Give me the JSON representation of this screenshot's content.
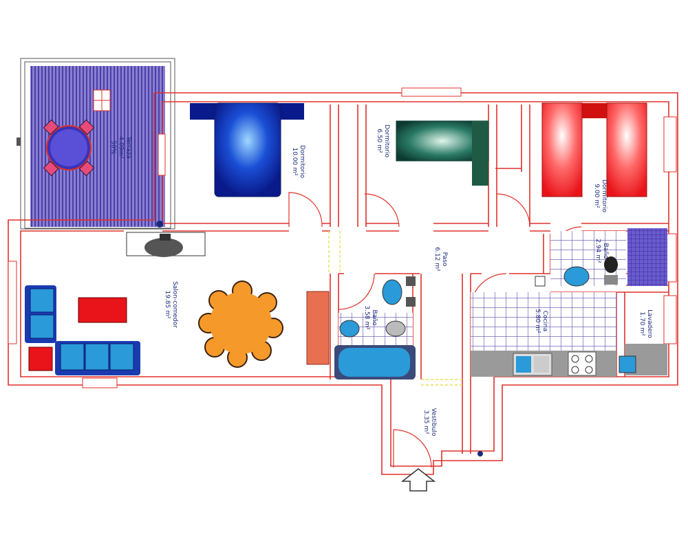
{
  "rooms": {
    "terrace": {
      "name": "Terraza",
      "area": "4.09m²",
      "note": "50%"
    },
    "bedroom1": {
      "name": "Dormitorio",
      "area": "10.00 m²"
    },
    "bedroom2": {
      "name": "Dormitorio",
      "area": "6.50 m²"
    },
    "bedroom3": {
      "name": "Dormitorio",
      "area": "9.00 m²"
    },
    "living": {
      "name": "Salon-comedor",
      "area": "19.85 m²"
    },
    "hall": {
      "name": "Paso",
      "area": "6.12 m²"
    },
    "bath1": {
      "name": "Baño",
      "area": "3.58 m²"
    },
    "bath2": {
      "name": "Baño",
      "area": "2.94 m²"
    },
    "kitchen": {
      "name": "Cocina",
      "area": "5.80 m²"
    },
    "laundry": {
      "name": "Lavadero",
      "area": "1.70 m²"
    },
    "vestibule": {
      "name": "Vestibulo",
      "area": "3.35 m²"
    }
  },
  "colors": {
    "wall": "#e0302a",
    "label": "#1a2a7a",
    "bed_blue": "#1a4fd6",
    "bed_green": "#1f6a55",
    "bed_red": "#e8141a",
    "sofa": "#2a9ad8",
    "table": "#f59a2a",
    "tile": "#5a4ab0"
  }
}
